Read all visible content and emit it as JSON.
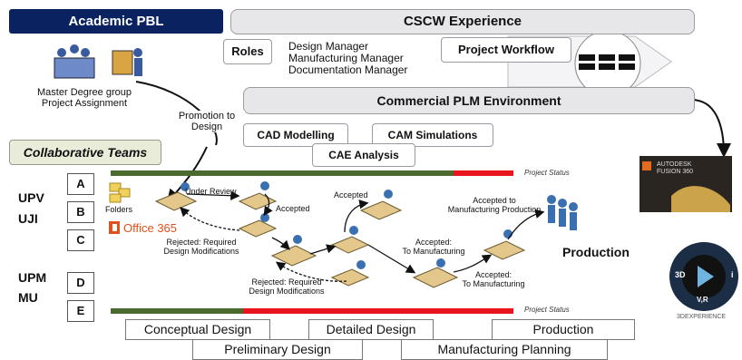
{
  "header": {
    "academic_pbl": "Academic PBL",
    "cscw": "CSCW Experience",
    "plm": "Commercial PLM Environment"
  },
  "roles": {
    "label": "Roles",
    "items": [
      "Design Manager",
      "Manufacturing Manager",
      "Documentation Manager"
    ]
  },
  "workflow": {
    "label": "Project Workflow"
  },
  "left": {
    "assignment": [
      "Master Degree group",
      "Project Assignment"
    ],
    "promotion": [
      "Promotion to",
      "Design"
    ],
    "collab": "Collaborative Teams",
    "teams": [
      "A",
      "B",
      "C",
      "D",
      "E"
    ],
    "unis": [
      "UPV",
      "UJI",
      "UPM",
      "MU"
    ]
  },
  "plm_tools": {
    "cad": "CAD Modelling",
    "cam": "CAM Simulations",
    "cae": "CAE Analysis"
  },
  "flow": {
    "folders": "Folders",
    "office": "Office 365",
    "under_review": "Under Review",
    "accepted1": "Accepted",
    "accepted2": "Accepted",
    "rejected1": [
      "Rejected: Required",
      "Design Modifications"
    ],
    "rejected2": [
      "Rejected: Required",
      "Design Modifications"
    ],
    "accepted_mfg_prod": [
      "Accepted to",
      "Manufacturing Production"
    ],
    "accepted_to_mfg_a": [
      "Accepted:",
      "To Manufacturing"
    ],
    "accepted_to_mfg_b": [
      "Accepted:",
      "To Manufacturing"
    ],
    "production": "Production"
  },
  "status": {
    "label_top": "Project Status",
    "label_bottom": "Project Status"
  },
  "phases": {
    "conceptual": "Conceptual Design",
    "detailed": "Detailed Design",
    "production": "Production",
    "preliminary": "Preliminary Design",
    "mfg_planning": "Manufacturing Planning"
  },
  "logos": {
    "autodesk": "AUTODESK",
    "fusion": "FUSION 360",
    "threed_exp": "3DEXPERIENCE",
    "dial_left": "3D",
    "dial_right": "i",
    "dial_bottom": "V,R"
  },
  "colors": {
    "navy": "#0b2260",
    "green": "#4a6a2e",
    "red": "#e8141e",
    "office": "#e2501b"
  }
}
